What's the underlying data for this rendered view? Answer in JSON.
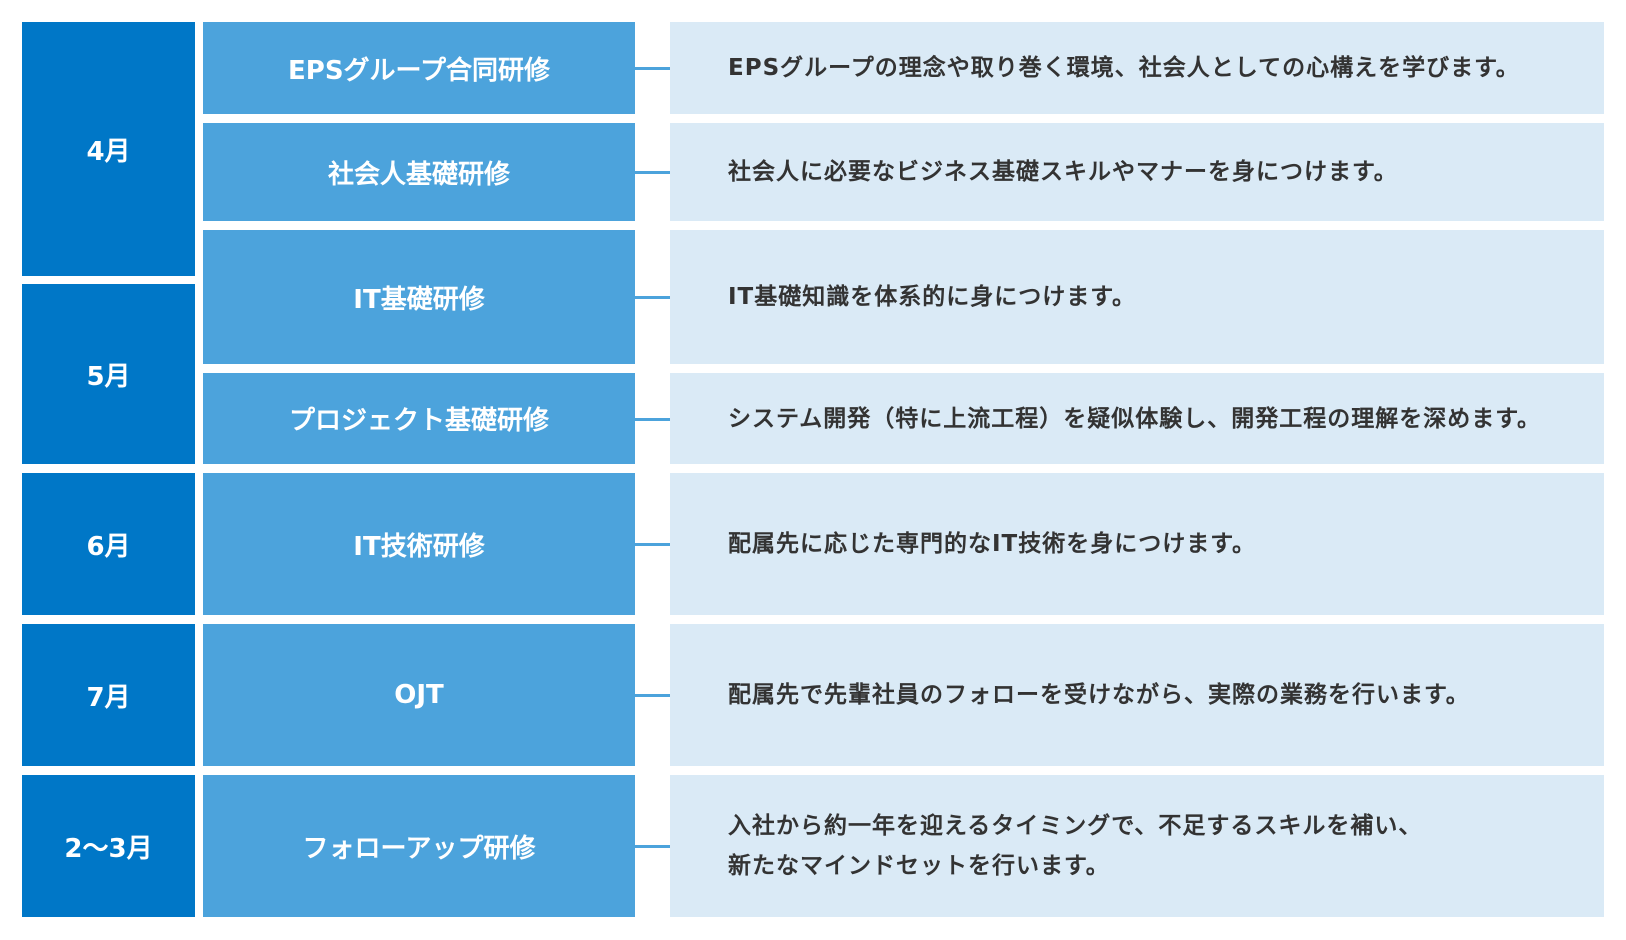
{
  "months": [
    {
      "label": "4月"
    },
    {
      "label": "5月"
    },
    {
      "label": "6月"
    },
    {
      "label": "7月"
    },
    {
      "label": "2～3月"
    }
  ],
  "courses": [
    {
      "title": "EPSグループ合同研修",
      "description": "EPSグループの理念や取り巻く環境、社会人としての心構えを学びます。"
    },
    {
      "title": "社会人基礎研修",
      "description": "社会人に必要なビジネス基礎スキルやマナーを身につけます。"
    },
    {
      "title": "IT基礎研修",
      "description": "IT基礎知識を体系的に身につけます。"
    },
    {
      "title": "プロジェクト基礎研修",
      "description": "システム開発（特に上流工程）を疑似体験し、開発工程の理解を深めます。"
    },
    {
      "title": "IT技術研修",
      "description": "配属先に応じた専門的なIT技術を身につけます。"
    },
    {
      "title": "OJT",
      "description": "配属先で先輩社員のフォローを受けながら、実際の業務を行います。"
    },
    {
      "title": "フォローアップ研修",
      "description": "入社から約一年を迎えるタイミングで、不足するスキルを補い、\n新たなマインドセットを行います。"
    }
  ],
  "colors": {
    "month_bg": "#0077c7",
    "course_bg": "#4ca3dc",
    "desc_bg": "#daeaf6",
    "desc_text": "#333333"
  }
}
